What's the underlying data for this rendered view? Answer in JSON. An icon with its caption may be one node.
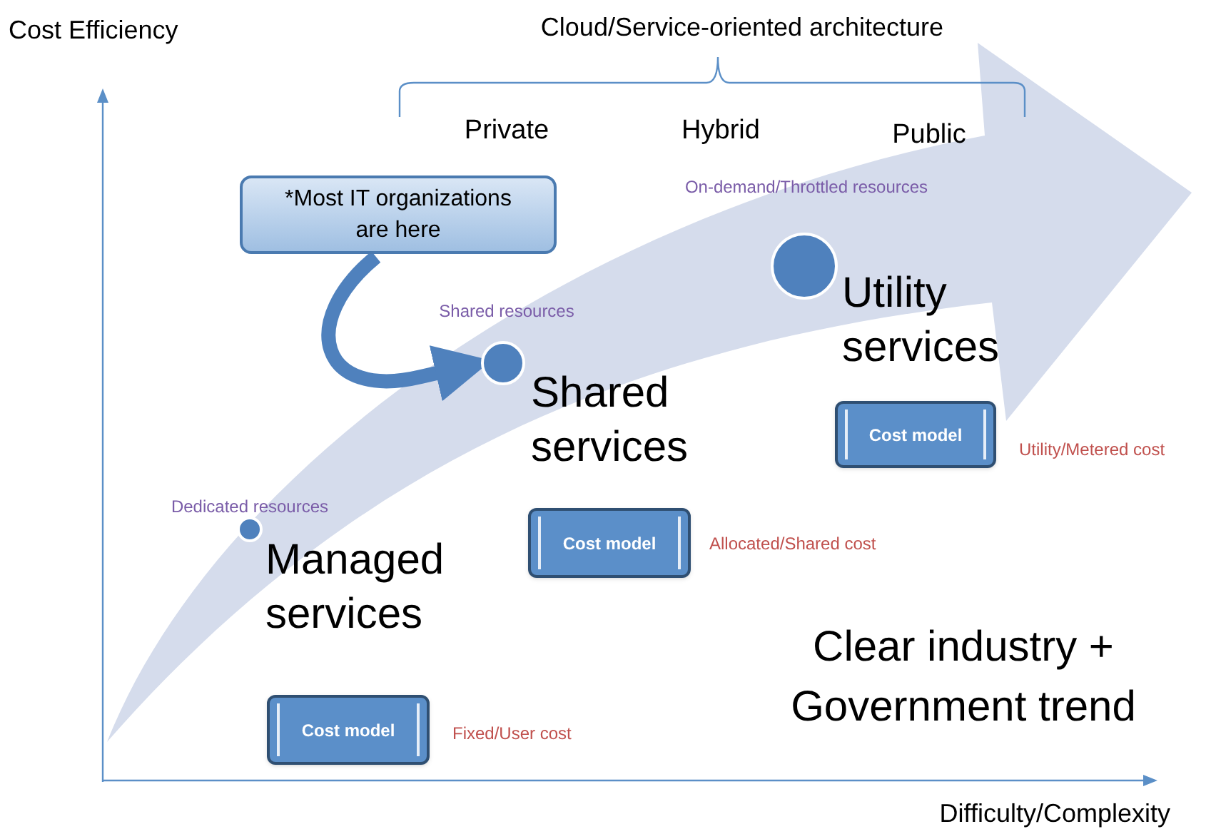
{
  "diagram": {
    "nodes": [
      {
        "text": [
          "*Most IT organizations are here"
        ]
      },
      {
        "text": [],
        "shape": "circle"
      },
      {
        "text": [],
        "shape": "circle"
      },
      {
        "text": [],
        "shape": "circle"
      },
      {
        "text": [
          "Cost model"
        ],
        "beside": [
          "Fixed/User cost"
        ]
      },
      {
        "text": [
          "Cost model"
        ],
        "beside": [
          "Allocated/Shared cost"
        ]
      },
      {
        "text": [
          "Cost model"
        ],
        "beside": [
          "Utility/Metered cost"
        ]
      }
    ],
    "edges": [
      {
        "from": 0,
        "to": 2,
        "arrow": "to"
      }
    ],
    "labels": [
      "Cost Efficiency",
      "Cloud/Service-oriented architecture",
      "Private",
      "Hybrid",
      "Public",
      "On-demand/Throttled resources",
      "Shared resources",
      "Utility services",
      "Shared services",
      "Dedicated resources",
      "Managed services",
      "Clear industry + Government trend",
      "Difficulty/Complexity"
    ]
  }
}
